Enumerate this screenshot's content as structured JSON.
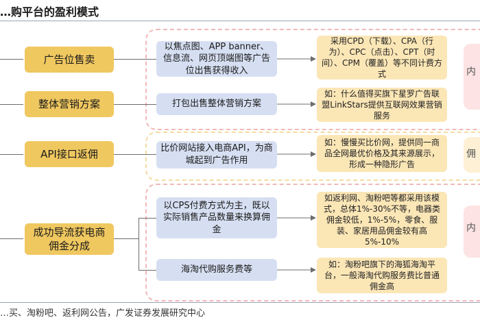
{
  "title": "…购平台的盈利模式",
  "source": "…买、淘粉吧、返利网公告，广发证券发展研究中心",
  "modes": [
    {
      "label": "广告位售卖"
    },
    {
      "label": "整体营销方案"
    },
    {
      "label": "API接口返佣"
    },
    {
      "label": "成功导流获电商佣金分成"
    }
  ],
  "methods": [
    {
      "text": "以焦点图、APP banner、信息流、网页顶端图等广告位出售获得收入"
    },
    {
      "text": "打包出售整体营销方案"
    },
    {
      "text": "比价网站接入电商API，为商城起到广告作用"
    },
    {
      "text": "以CPS付费方式为主，既以实际销售产品数量来换算佣金"
    },
    {
      "text": "海淘代购服务费等"
    }
  ],
  "examples": [
    {
      "text": "采用CPD（下载）、CPA（行为）、CPC（点击）、CPT（时间）、CPM（覆盖）等不同计费方式"
    },
    {
      "text": "如：什么值得买旗下星罗广告联盟LinkStars提供互联网效果营销服务"
    },
    {
      "text": "如：慢慢买比价网，提供同一商品全网最优价格及其来源展示，形成一种隐形广告"
    },
    {
      "text": "如返利网、淘粉吧等都采用该模式，总体1%-30%不等，电器类佣金较低，1%-5%，零食、服装、家居用品佣金较有高5%-10%"
    },
    {
      "text": "如：淘粉吧旗下的海狐海淘平台，一般海淘代购服务费比普通佣金高"
    }
  ],
  "side_labels": [
    "内",
    "佣",
    "内"
  ]
}
